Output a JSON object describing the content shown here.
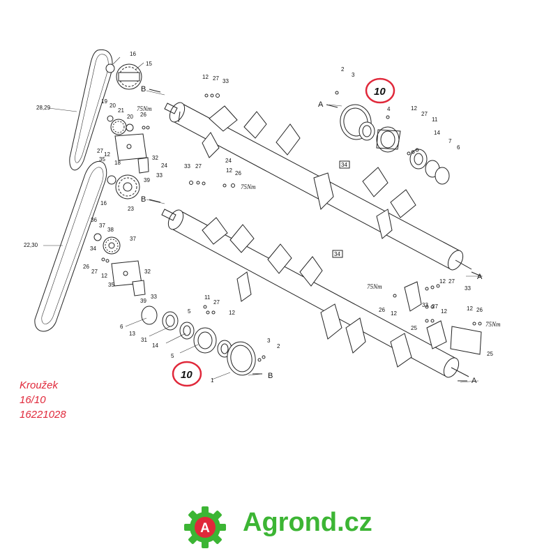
{
  "labels": {
    "l16a": "16",
    "l15": "15",
    "l12a": "12",
    "l27a": "27",
    "l33a": "33",
    "lBa": "B",
    "l2829": "28,29",
    "l19": "19",
    "l20a": "20",
    "l21": "21",
    "l20b": "20",
    "l26a": "26",
    "l12b": "12",
    "l18": "18",
    "l27b": "27",
    "l35a": "35",
    "l32a": "32",
    "l24a": "24",
    "l39a": "39",
    "l33b": "33",
    "l33c": "33",
    "l27c": "27",
    "l24b": "24",
    "l12c": "12",
    "l26b": "26",
    "l23": "23",
    "l16b": "16",
    "lBb": "B",
    "l2230": "22,30",
    "l36": "36",
    "l37a": "37",
    "l38": "38",
    "l34a": "34",
    "l37b": "37",
    "l26c": "26",
    "l27d": "27",
    "l12d": "12",
    "l35b": "35",
    "l32b": "32",
    "l33d": "33",
    "l39b": "39",
    "l11a": "11",
    "l27e": "27",
    "l12e": "12",
    "l6a": "6",
    "l13": "13",
    "l31": "31",
    "l14a": "14",
    "l5a": "5",
    "l3a": "3",
    "l2a": "2",
    "l1a": "1",
    "lBc": "B",
    "l2b": "2",
    "l3b": "3",
    "lAa": "A",
    "l4": "4",
    "l12f": "12",
    "l27f": "27",
    "l11b": "11",
    "l14b": "14",
    "l7": "7",
    "l6b": "6",
    "lbox34a": "34",
    "lbox34b": "34",
    "lAb": "A",
    "l12g": "12",
    "l27g": "27",
    "l33e": "33",
    "l26d": "26",
    "l12h": "12",
    "l33f": "33",
    "l27h": "27",
    "l12i": "12",
    "l25a": "25",
    "l12j": "12",
    "l26e": "26",
    "l25b": "25",
    "lAc": "A",
    "l5b": "5"
  },
  "torque": {
    "t1": "75Nm",
    "t2": "75Nm",
    "t3": "75Nm",
    "t4": "75Nm"
  },
  "highlight": {
    "top": "10",
    "bottom": "10",
    "color": "#e0283a"
  },
  "caption": {
    "line1": "Kroužek",
    "line2": "16/10",
    "line3": "16221028"
  },
  "logo": {
    "letter": "A",
    "text": "Agrond.cz",
    "green": "#3cb534",
    "red": "#e0283a"
  }
}
